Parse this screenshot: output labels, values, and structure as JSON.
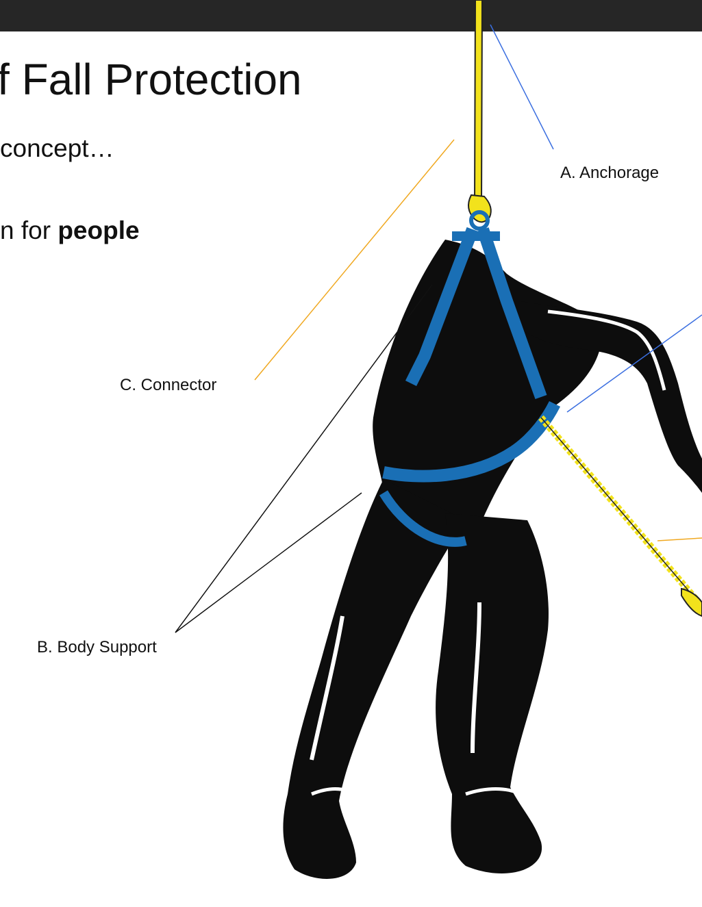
{
  "slide": {
    "title": "f Fall Protection",
    "bullet_1": "concept…",
    "bullet_2_prefix": "n for ",
    "bullet_2_bold": "people"
  },
  "labels": {
    "anchorage": "A. Anchorage",
    "connector": "C. Connector",
    "body_support": "B. Body Support"
  },
  "colors": {
    "top_bar": "#262626",
    "harness": "#1a6fb5",
    "lanyard": "#f2e21c",
    "leader_anchorage": "#3b6fe0",
    "leader_connector": "#f0a820",
    "leader_body_support": "#111111",
    "figure": "#0d0d0d"
  }
}
